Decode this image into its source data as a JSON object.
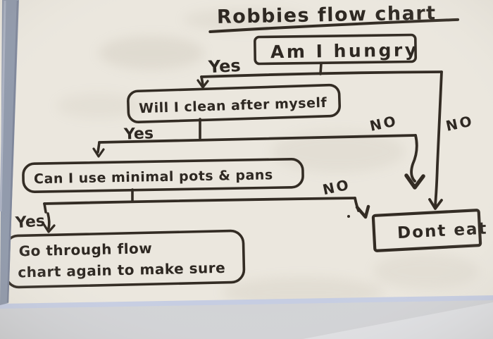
{
  "title": "Robbies flow chart",
  "nodes": {
    "hungry": "Am I hungry",
    "clean": "Will I clean after myself",
    "pots": "Can I use minimal pots & pans",
    "again_line1": "Go through flow",
    "again_line2": "chart again to make sure",
    "dont_eat": "Dont eat"
  },
  "edge_labels": {
    "hungry_yes": "Yes",
    "hungry_no": "NO",
    "clean_yes": "Yes",
    "clean_no": "NO",
    "pots_yes": "Yes",
    "pots_no": "NO"
  },
  "colors": {
    "marker": "#332c24",
    "whiteboard": "#ebe7de",
    "frame_edge": "#9099ab",
    "board_bottom_edge": "#c6cde2",
    "wall": "#d2d3d6"
  }
}
